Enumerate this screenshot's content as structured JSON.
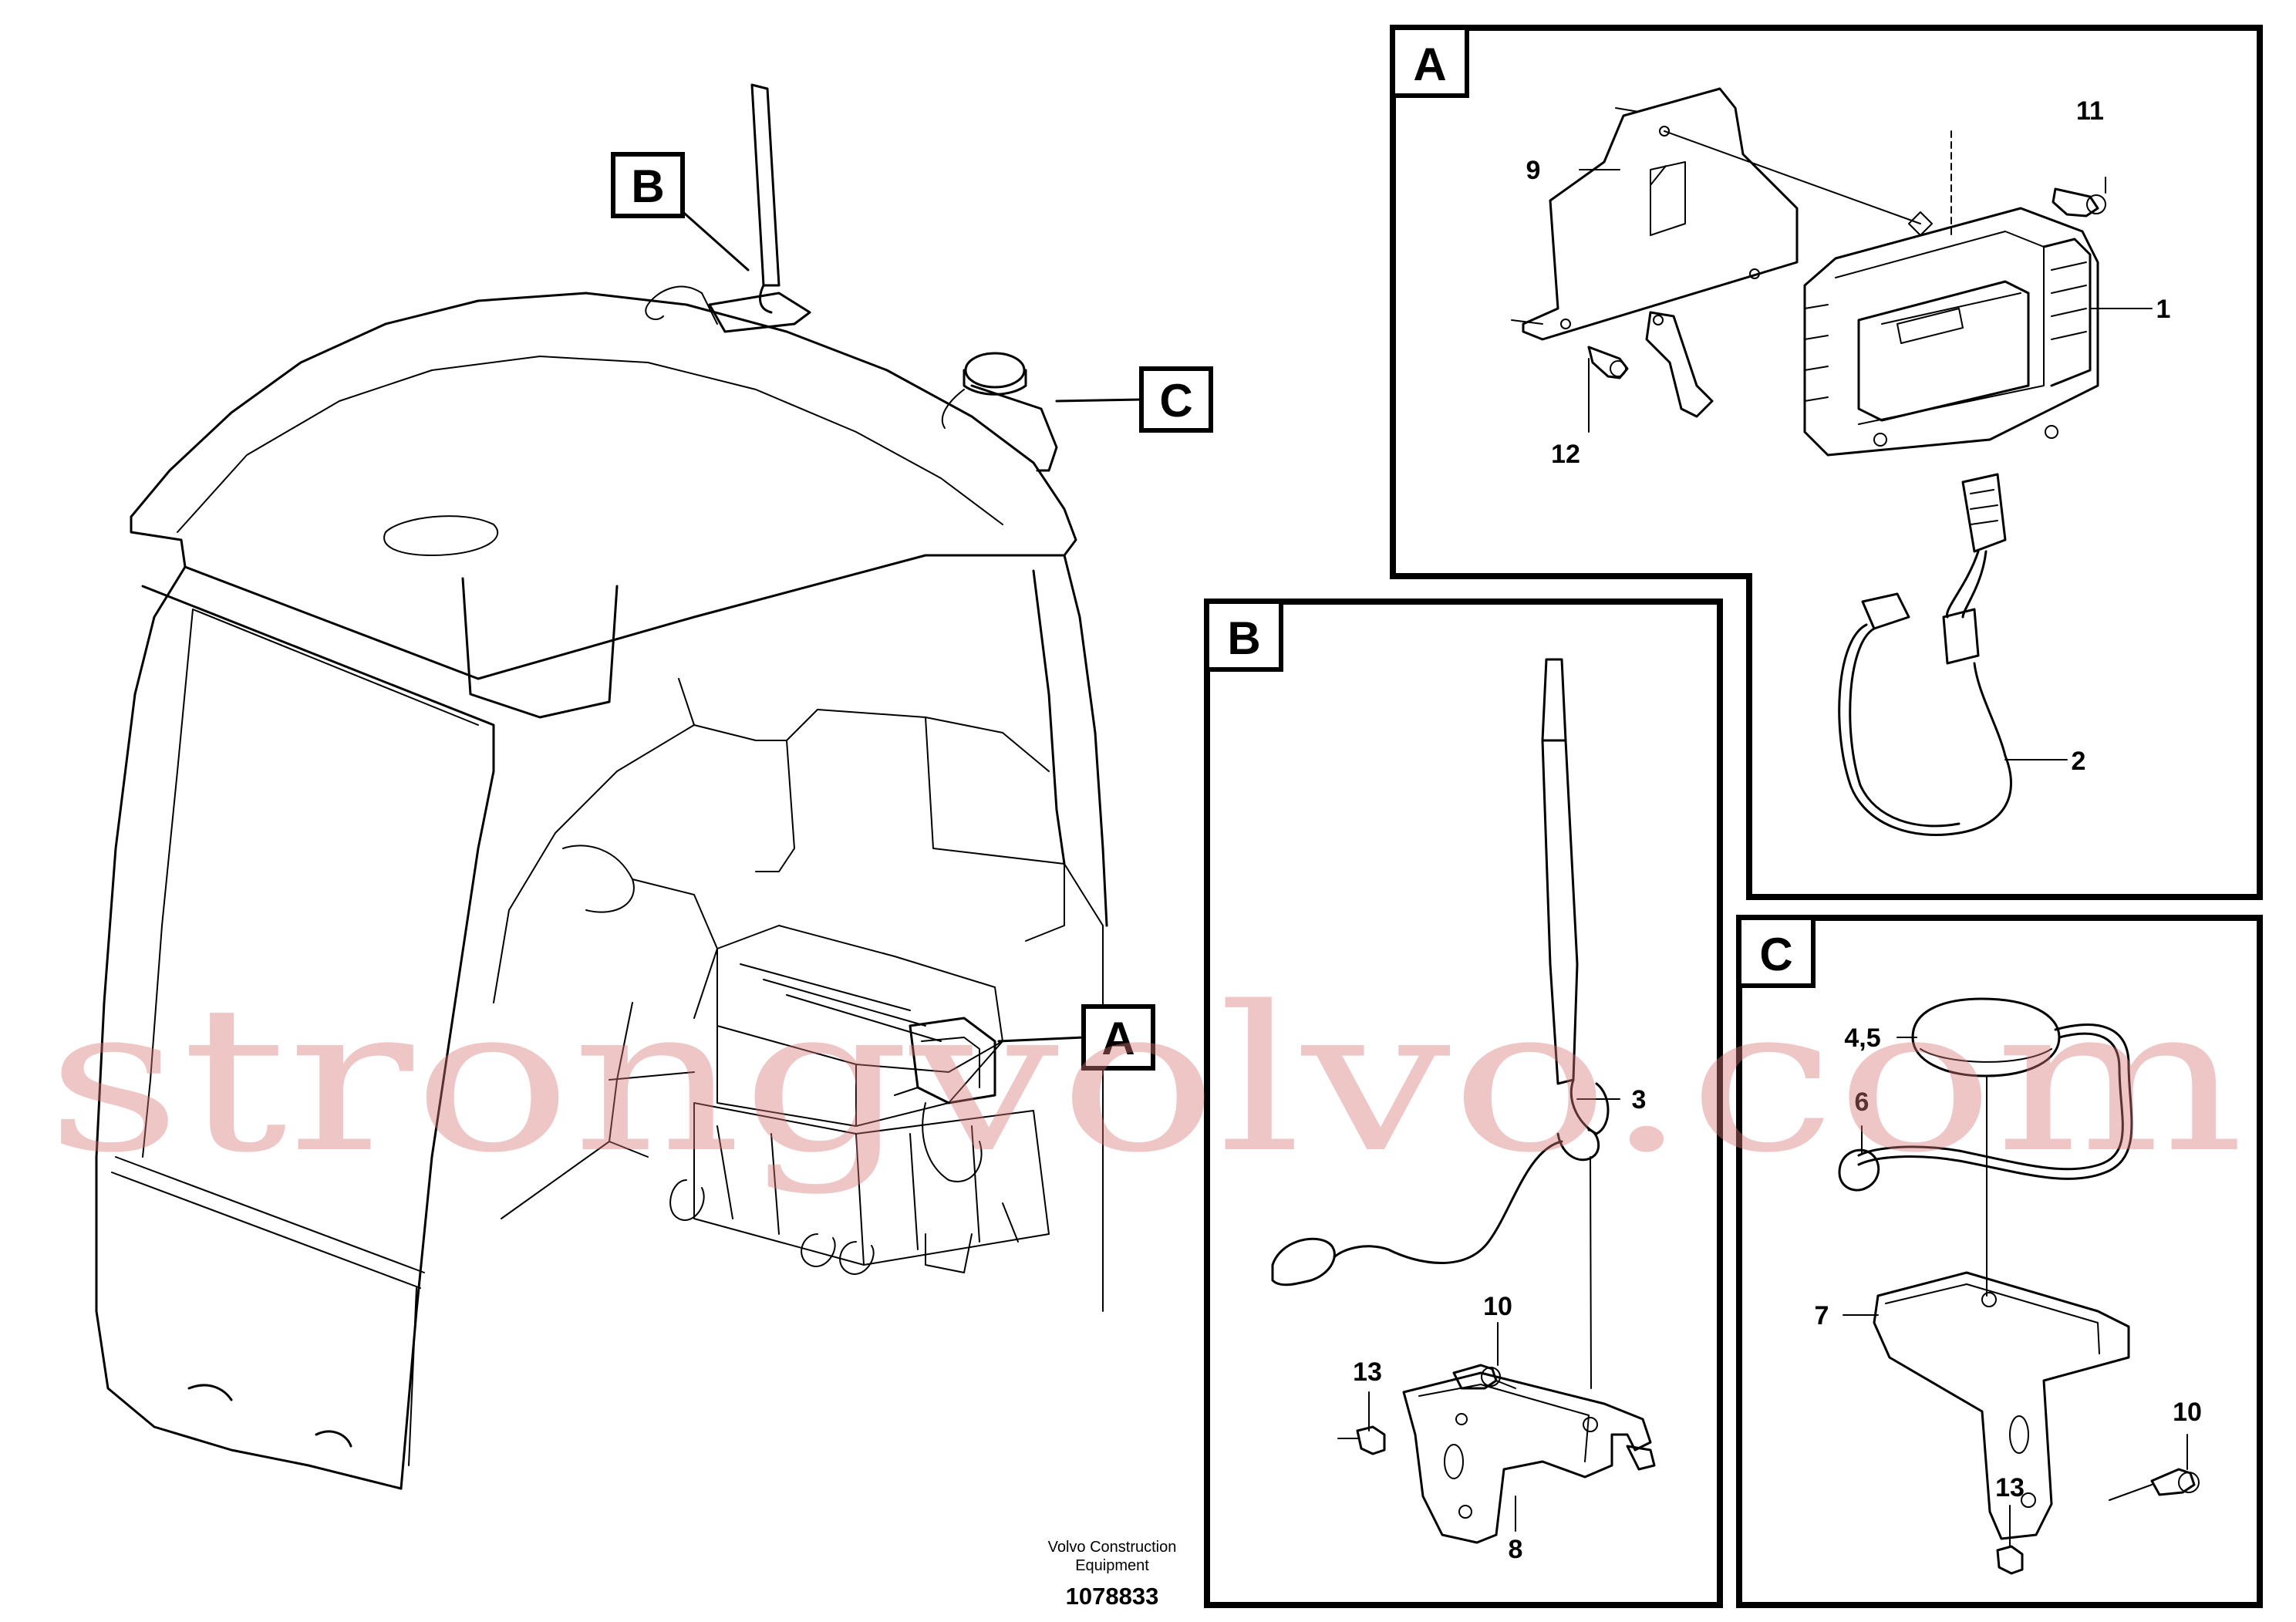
{
  "tags": {
    "A": "A",
    "B": "B",
    "C": "C"
  },
  "callouts": {
    "p1": "1",
    "p2": "2",
    "p3": "3",
    "p45": "4,5",
    "p6": "6",
    "p7": "7",
    "p8": "8",
    "p9": "9",
    "p10_b": "10",
    "p10_c": "10",
    "p11": "11",
    "p12": "12",
    "p13_b": "13",
    "p13_c": "13"
  },
  "footer": {
    "company_line1": "Volvo Construction",
    "company_line2": "Equipment",
    "document_number": "1078833"
  },
  "watermark": {
    "text": "strongvolvo.com"
  }
}
